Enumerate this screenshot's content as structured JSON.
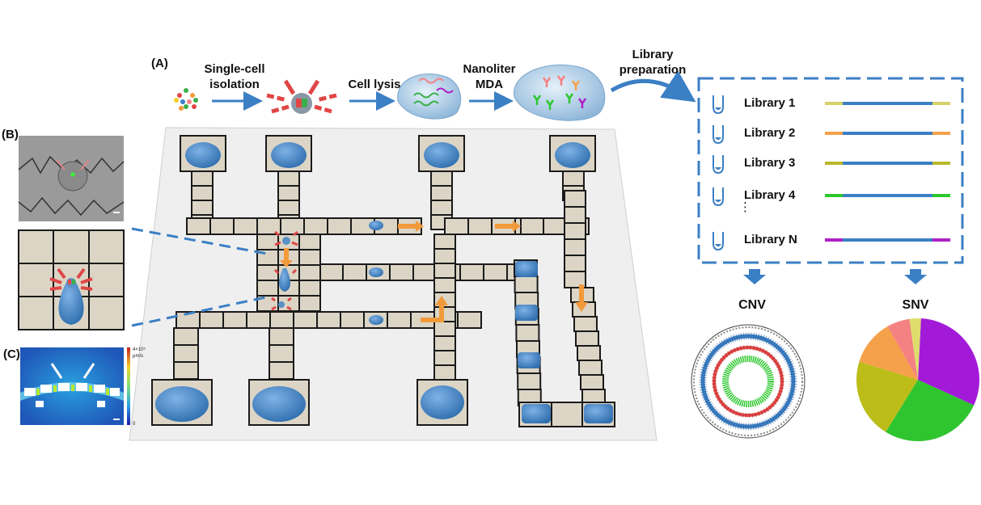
{
  "panels": {
    "a": "(A)",
    "b": "(B)",
    "c": "(C)"
  },
  "workflow": {
    "step1": [
      "Single-cell",
      "isolation"
    ],
    "step2": "Cell lysis",
    "step3": [
      "Nanoliter",
      "MDA"
    ],
    "step4": [
      "Library",
      "preparation"
    ]
  },
  "libraries": [
    {
      "name": "Library 1",
      "color": "#d6d26a"
    },
    {
      "name": "Library 2",
      "color": "#f5a04a"
    },
    {
      "name": "Library 3",
      "color": "#b8b82a"
    },
    {
      "name": "Library 4",
      "color": "#2ec72e"
    },
    {
      "name": "Library N",
      "color": "#b020c8"
    }
  ],
  "library_ellipsis": "⋮",
  "outputs": {
    "cnv": "CNV",
    "snv": "SNV"
  },
  "colorbar": {
    "max": "4×10⁵",
    "unit": "μm/s",
    "min": "0"
  },
  "snv_slices": [
    {
      "fraction": 0.31,
      "color": "#a21ad8"
    },
    {
      "fraction": 0.27,
      "color": "#2fc52f"
    },
    {
      "fraction": 0.21,
      "color": "#bdbd1a"
    },
    {
      "fraction": 0.12,
      "color": "#f5a04a"
    },
    {
      "fraction": 0.06,
      "color": "#f58282"
    },
    {
      "fraction": 0.03,
      "color": "#dedd6e"
    }
  ],
  "colors": {
    "chip": "#efefef",
    "tile": "#dcd5c6",
    "tile_border": "#1a1a1a",
    "droplet": "#3e7fc1",
    "arrow_orange": "#f29a3a",
    "arrow_blue": "#3b7fc4",
    "cell_red": "#e04646"
  }
}
